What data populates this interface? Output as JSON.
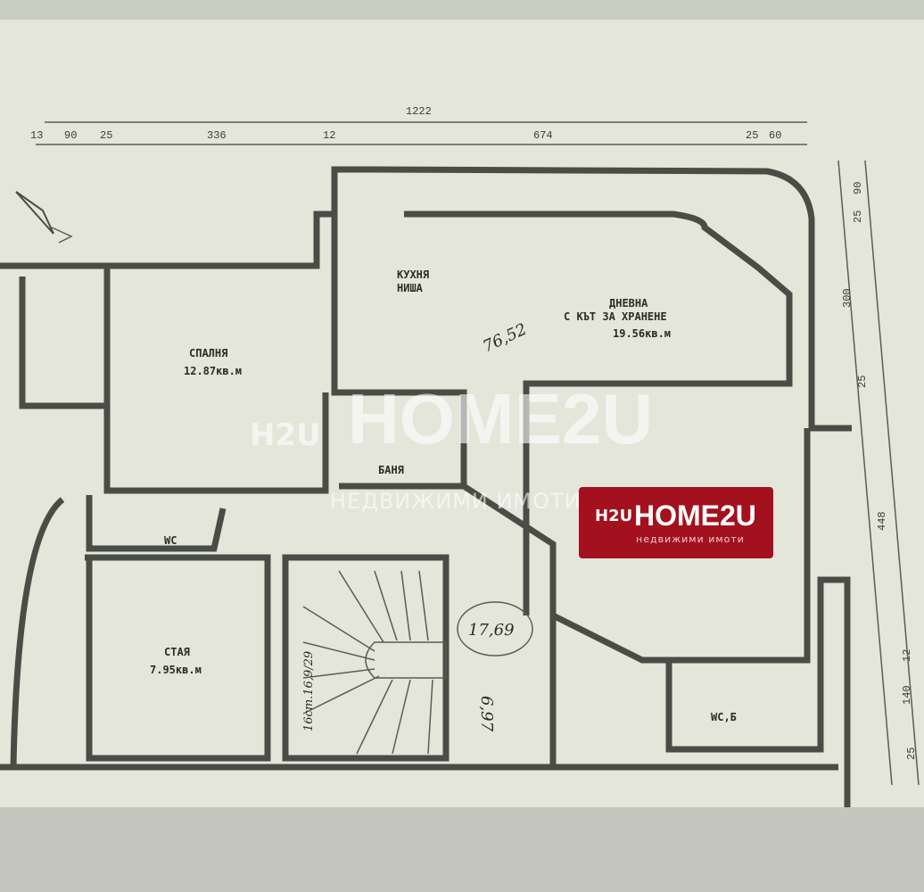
{
  "dimensions": {
    "top_total": "1222",
    "top_segments": [
      "13",
      "90",
      "25",
      "336",
      "12",
      "674",
      "25",
      "60"
    ],
    "right_segments": [
      "25",
      "90",
      "300",
      "25",
      "448",
      "12",
      "140",
      "25"
    ]
  },
  "rooms": {
    "bedroom": {
      "name": "СПАЛНЯ",
      "area": "12.87кв.м"
    },
    "kitchen": {
      "line1": "КУХНЯ",
      "line2": "НИША"
    },
    "living": {
      "line1": "ДНЕВНА",
      "line2": "С КЪТ ЗА ХРАНЕНЕ",
      "area": "19.56кв.м"
    },
    "bath": {
      "name": "БАНЯ"
    },
    "wc": {
      "name": "WC"
    },
    "room": {
      "name": "СТАЯ",
      "area": "7.95кв.м"
    },
    "wc_b": {
      "name": "WC,Б"
    }
  },
  "handwritten": {
    "living_note": "76,52",
    "stair_area": "17,69",
    "corridor": "6,97",
    "stairs": "16ст.16,9/29"
  },
  "logo": {
    "mark": "H2U",
    "name": "HOME2U",
    "tagline": "недвижими имоти",
    "color": "#a3111f"
  },
  "watermark": {
    "mark": "H2U",
    "name": "HOME2U",
    "tagline": "НЕДВИЖИМИ ИМОТИ"
  }
}
